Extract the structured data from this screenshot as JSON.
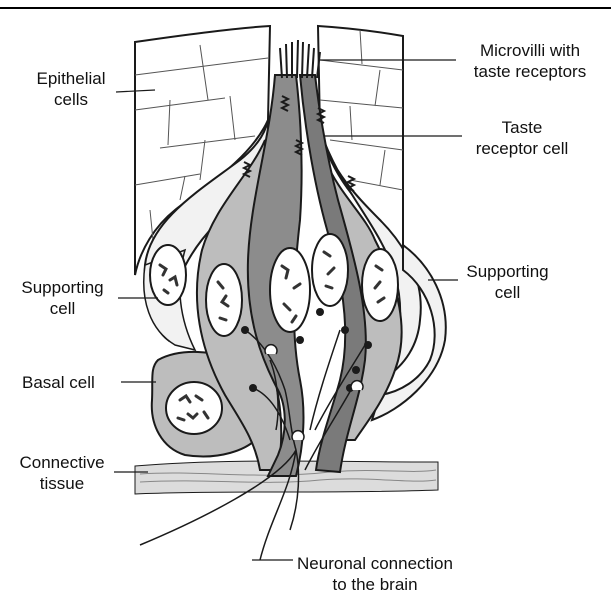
{
  "labels": {
    "epithelial": [
      "Epithelial",
      "cells"
    ],
    "microvilli": [
      "Microvilli with",
      "taste receptors"
    ],
    "taste_receptor": [
      "Taste",
      "receptor cell"
    ],
    "supporting_left": [
      "Supporting",
      "cell"
    ],
    "supporting_right": [
      "Supporting",
      "cell"
    ],
    "basal": "Basal cell",
    "connective": [
      "Connective",
      "tissue"
    ],
    "neuronal": [
      "Neuronal connection",
      "to the brain"
    ]
  },
  "colors": {
    "line": "#1a1a1a",
    "light_cell": "#f2f2f2",
    "mid_cell": "#bdbdbd",
    "dark_cell": "#8c8c8c",
    "nucleus": "#ffffff",
    "connective": "#dcdcdc"
  }
}
